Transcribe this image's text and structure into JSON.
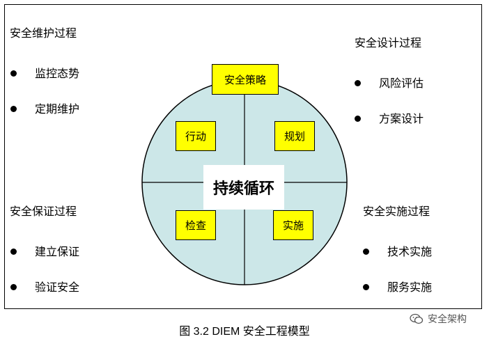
{
  "processes": {
    "maintenance": {
      "title": "安全维护过程",
      "items": [
        "监控态势",
        "定期维护"
      ]
    },
    "design": {
      "title": "安全设计过程",
      "items": [
        "风险评估",
        "方案设计"
      ]
    },
    "assurance": {
      "title": "安全保证过程",
      "items": [
        "建立保证",
        "验证安全"
      ]
    },
    "implementation": {
      "title": "安全实施过程",
      "items": [
        "技术实施",
        "服务实施"
      ]
    }
  },
  "cycle": {
    "top_label": "安全策略",
    "quadrants": [
      "行动",
      "规划",
      "检查",
      "实施"
    ],
    "center": "持续循环"
  },
  "caption": "图 3.2   DIEM 安全工程模型",
  "watermark": "安全架构",
  "colors": {
    "circle_fill": "#cce7e8",
    "box_fill": "#ffff00",
    "line": "#000000"
  }
}
